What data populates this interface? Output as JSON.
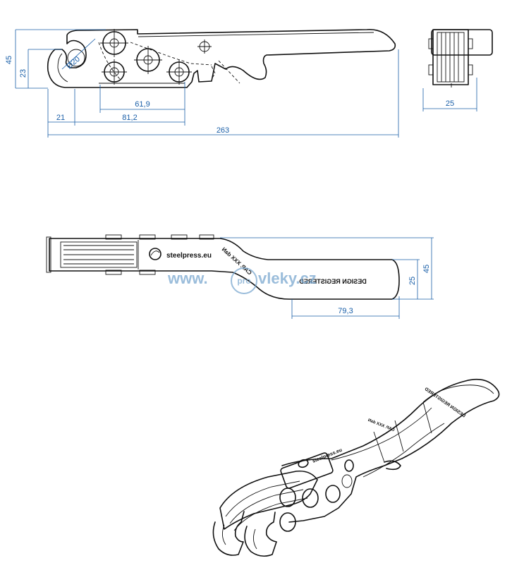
{
  "dimensions": {
    "overall_height": "45",
    "jaw_height": "23",
    "hole_diameter": "Ø20",
    "pin_spacing": "61,9",
    "jaw_offset": "21",
    "jaw_depth": "81,2",
    "overall_length": "263",
    "side_width": "25",
    "top_handle_width": "25",
    "top_overall_width": "45",
    "top_handle_length": "79,3"
  },
  "markings": {
    "website": "steelpress.eu",
    "capacity": "CAP. XXX daN",
    "design": "DESIGN REGISTERED"
  },
  "watermark": {
    "left": "www.",
    "logo": "pro",
    "right": "vleky.cz"
  },
  "colors": {
    "outline": "#111111",
    "dimension": "#1a5fa8",
    "watermark": "#7aa8cf"
  }
}
